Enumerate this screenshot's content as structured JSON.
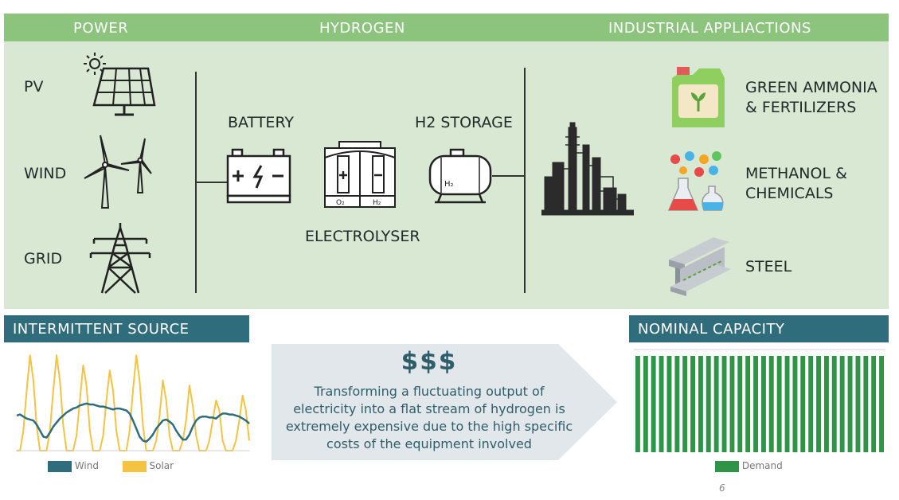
{
  "header": {
    "power": "POWER",
    "hydrogen": "HYDROGEN",
    "industrial": "INDUSTRIAL APPLIACTIONS"
  },
  "sources": {
    "pv": "PV",
    "wind": "WIND",
    "grid": "GRID"
  },
  "hydrogen": {
    "battery": "BATTERY",
    "electrolyser": "ELECTROLYSER",
    "storage": "H2 STORAGE",
    "o2": "O₂",
    "h2_cell": "H₂",
    "h2_tank": "H₂"
  },
  "applications": {
    "ammonia_line1": "GREEN AMMONIA",
    "ammonia_line2": "& FERTILIZERS",
    "methanol_line1": "METHANOL &",
    "methanol_line2": "CHEMICALS",
    "steel": "STEEL"
  },
  "intermittent": {
    "title": "INTERMITTENT SOURCE",
    "legend_wind": "Wind",
    "legend_solar": "Solar"
  },
  "center": {
    "cost": "$$$",
    "line1": "Transforming a fluctuating output of",
    "line2": "electricity into a flat stream of hydrogen is",
    "line3": "extremely expensive due to the high specific",
    "line4": "costs of the equipment involved"
  },
  "nominal": {
    "title": "NOMINAL CAPACITY",
    "legend_demand": "Demand"
  },
  "page_number": "6",
  "colors": {
    "header_green": "#8cc47e",
    "panel_green": "#d8e8d2",
    "teal": "#2f6c7c",
    "solar": "#f5c342",
    "wind": "#2f6c7c",
    "demand": "#2e9446"
  },
  "chart_data": [
    {
      "type": "line",
      "x": [
        0,
        1,
        2,
        3,
        4,
        5,
        6,
        7,
        8,
        9,
        10,
        11,
        12,
        13,
        14,
        15,
        16,
        17,
        18,
        19,
        20,
        21,
        22,
        23,
        24,
        25,
        26,
        27,
        28,
        29,
        30,
        31,
        32,
        33,
        34,
        35,
        36,
        37,
        38,
        39,
        40,
        41,
        42,
        43,
        44,
        45,
        46,
        47,
        48,
        49,
        50,
        51,
        52,
        53,
        54,
        55,
        56,
        57,
        58,
        59,
        60,
        61,
        62,
        63,
        64,
        65,
        66,
        67,
        68,
        69,
        70
      ],
      "series": [
        {
          "name": "Solar",
          "values": [
            0,
            0,
            0.2,
            0.6,
            0.95,
            0.7,
            0.25,
            0,
            0,
            0,
            0.2,
            0.6,
            0.95,
            0.7,
            0.25,
            0,
            0,
            0,
            0.15,
            0.5,
            0.85,
            0.65,
            0.2,
            0,
            0,
            0,
            0.15,
            0.5,
            0.8,
            0.6,
            0.2,
            0,
            0,
            0,
            0.2,
            0.6,
            0.95,
            0.7,
            0.25,
            0,
            0,
            0,
            0.1,
            0.35,
            0.7,
            0.5,
            0.15,
            0,
            0,
            0,
            0.1,
            0.3,
            0.65,
            0.45,
            0.15,
            0,
            0,
            0,
            0.1,
            0.3,
            0.5,
            0.4,
            0.1,
            0,
            0,
            0,
            0.1,
            0.3,
            0.55,
            0.4,
            0.1
          ]
        },
        {
          "name": "Wind",
          "values": [
            0.35,
            0.36,
            0.34,
            0.32,
            0.31,
            0.3,
            0.26,
            0.2,
            0.14,
            0.13,
            0.18,
            0.24,
            0.28,
            0.32,
            0.35,
            0.38,
            0.4,
            0.42,
            0.43,
            0.45,
            0.46,
            0.47,
            0.46,
            0.46,
            0.45,
            0.44,
            0.44,
            0.43,
            0.42,
            0.41,
            0.42,
            0.42,
            0.41,
            0.4,
            0.37,
            0.3,
            0.22,
            0.14,
            0.1,
            0.09,
            0.12,
            0.16,
            0.22,
            0.26,
            0.3,
            0.31,
            0.29,
            0.26,
            0.2,
            0.15,
            0.11,
            0.11,
            0.16,
            0.24,
            0.3,
            0.33,
            0.34,
            0.34,
            0.33,
            0.33,
            0.32,
            0.35,
            0.37,
            0.37,
            0.36,
            0.36,
            0.35,
            0.34,
            0.32,
            0.3,
            0.27
          ]
        }
      ],
      "ylim": [
        0,
        1
      ]
    },
    {
      "type": "bar",
      "series": [
        {
          "name": "Demand",
          "values": [
            1,
            1,
            1,
            1,
            1,
            1,
            1,
            1,
            1,
            1,
            1,
            1,
            1,
            1,
            1,
            1,
            1,
            1,
            1,
            1,
            1,
            1,
            1,
            1,
            1,
            1,
            1,
            1,
            1,
            1,
            1,
            1
          ]
        }
      ],
      "ylim": [
        0,
        1
      ]
    }
  ]
}
